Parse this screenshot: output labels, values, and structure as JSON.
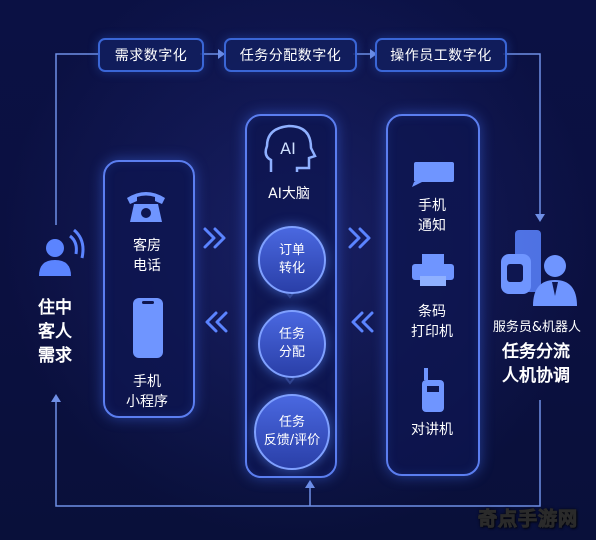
{
  "headers": {
    "demand": "需求数字化",
    "dispatch": "任务分配数字化",
    "operator": "操作员工数字化"
  },
  "left_actor": {
    "label": "住中\n客人\n需求"
  },
  "channels": {
    "phone": "客房\n电话",
    "miniapp": "手机\n小程序"
  },
  "ai_panel": {
    "brain_label": "AI大脑",
    "ai_icon_text": "AI",
    "steps": [
      "订单\n转化",
      "任务\n分配",
      "任务\n反馈/评价"
    ]
  },
  "devices": {
    "notify": "手机\n通知",
    "printer": "条码\n打印机",
    "walkie": "对讲机"
  },
  "right_actor": {
    "subtitle": "服务员&机器人",
    "title": "任务分流\n人机协调"
  },
  "watermark": "奇点手游网",
  "colors": {
    "background": "#0a0f3c",
    "panel_border": "#5b7ef0",
    "accent": "#4a68e0",
    "line": "#6f8fe6"
  }
}
